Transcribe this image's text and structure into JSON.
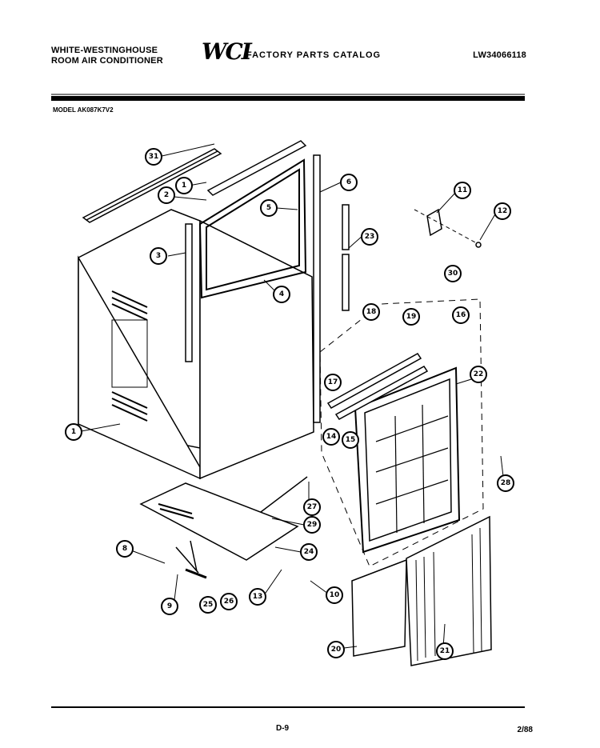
{
  "header": {
    "brand_line1": "WHITE-WESTINGHOUSE",
    "brand_line2": "ROOM AIR CONDITIONER",
    "logo_text": "WCI",
    "catalog_title": "FACTORY PARTS CATALOG",
    "catalog_number": "LW34066118"
  },
  "model_line": "MODEL AK087K7V2",
  "footer": {
    "page": "D-9",
    "date": "2/88"
  },
  "callouts": [
    "31",
    "1",
    "2",
    "6",
    "5",
    "3",
    "4",
    "23",
    "11",
    "12",
    "30",
    "18",
    "19",
    "16",
    "17",
    "22",
    "14",
    "15",
    "1",
    "27",
    "29",
    "24",
    "8",
    "13",
    "10",
    "9",
    "25",
    "26",
    "28",
    "20",
    "21"
  ]
}
